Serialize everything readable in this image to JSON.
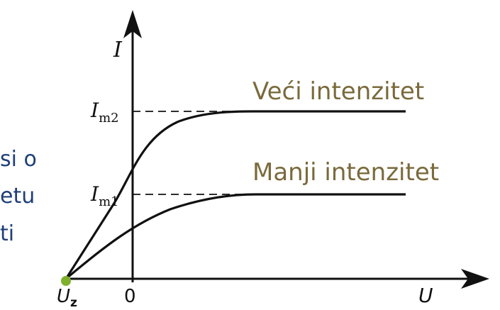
{
  "side_text": [
    "si o",
    "etu",
    "ti"
  ],
  "curve_labels": {
    "upper": "Veći intenzitet",
    "lower": "Manji intenzitet"
  },
  "axes": {
    "y_label": "I",
    "x_label": "U",
    "origin_label": "0",
    "stopping_voltage_label": "U",
    "stopping_voltage_sub": "z"
  },
  "levels": {
    "upper_label": "I",
    "upper_sub": "m2",
    "lower_label": "I",
    "lower_sub": "m1"
  },
  "colors": {
    "ink": "#111111",
    "side_text": "#1f3f7a",
    "curve_label": "#7a6a3c",
    "marker": "#7fb02c"
  }
}
